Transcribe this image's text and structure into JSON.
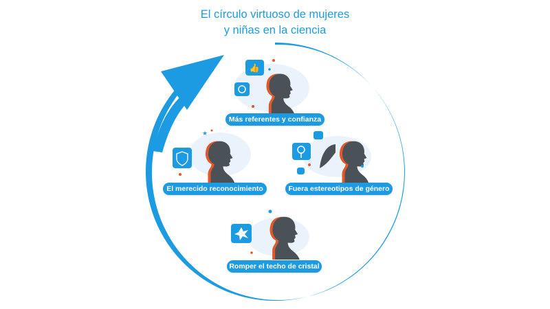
{
  "title": {
    "line1": "El círculo virtuoso de mujeres",
    "line2": "y niñas en la ciencia"
  },
  "stages": [
    {
      "label": "Más referentes y confianza",
      "icons": [
        "thumbs-up-icon",
        "network-icon"
      ]
    },
    {
      "label": "El merecido reconocimiento",
      "icons": [
        "shield-check-icon"
      ]
    },
    {
      "label": "Fuera estereotipos de género",
      "icons": [
        "gender-equality-icon",
        "equals-icon"
      ]
    },
    {
      "label": "Romper el techo de cristal",
      "icons": [
        "broken-glass-icon"
      ]
    }
  ],
  "colors": {
    "blue": "#1d9be2",
    "silhouette": "#4b5257",
    "accent": "#e2582a",
    "blob": "#eaf2fb"
  }
}
